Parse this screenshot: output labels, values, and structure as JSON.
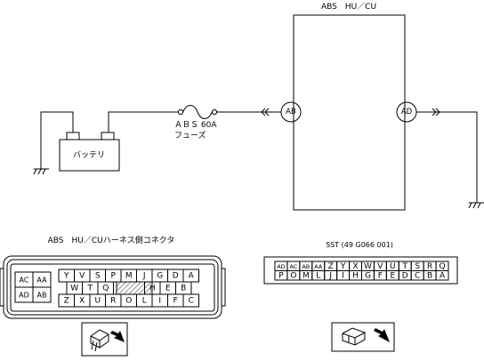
{
  "module": {
    "title": "ABS　HU／CU",
    "connector_left": "AB",
    "connector_right": "AD"
  },
  "battery": {
    "label": "バッテリ"
  },
  "fuse": {
    "line1": "ＡＢＳ 60A",
    "line2": "フューズ"
  },
  "harness_connector": {
    "title": "ABS　HU／CUハーネス側コネクタ",
    "side_pins": [
      [
        "AC",
        "AA"
      ],
      [
        "AD",
        "AB"
      ]
    ],
    "row1": [
      "Y",
      "V",
      "S",
      "P",
      "M",
      "J",
      "G",
      "D",
      "A"
    ],
    "row2": [
      "W",
      "T",
      "Q",
      "",
      "",
      "H",
      "E",
      "B"
    ],
    "row3": [
      "Z",
      "X",
      "U",
      "R",
      "O",
      "L",
      "I",
      "F",
      "C"
    ]
  },
  "sst": {
    "title": "SST (49 G066 001)",
    "row1": [
      "AD",
      "AC",
      "AB",
      "AA",
      "Z",
      "Y",
      "X",
      "W",
      "V",
      "U",
      "T",
      "S",
      "R",
      "Q"
    ],
    "row2": [
      "P",
      "O",
      "M",
      "L",
      "J",
      "I",
      "H",
      "G",
      "F",
      "E",
      "D",
      "C",
      "B",
      "A"
    ]
  },
  "icons": [
    "ground-symbol",
    "fuse-symbol",
    "connector-arrow",
    "plug-arrow-icon"
  ]
}
